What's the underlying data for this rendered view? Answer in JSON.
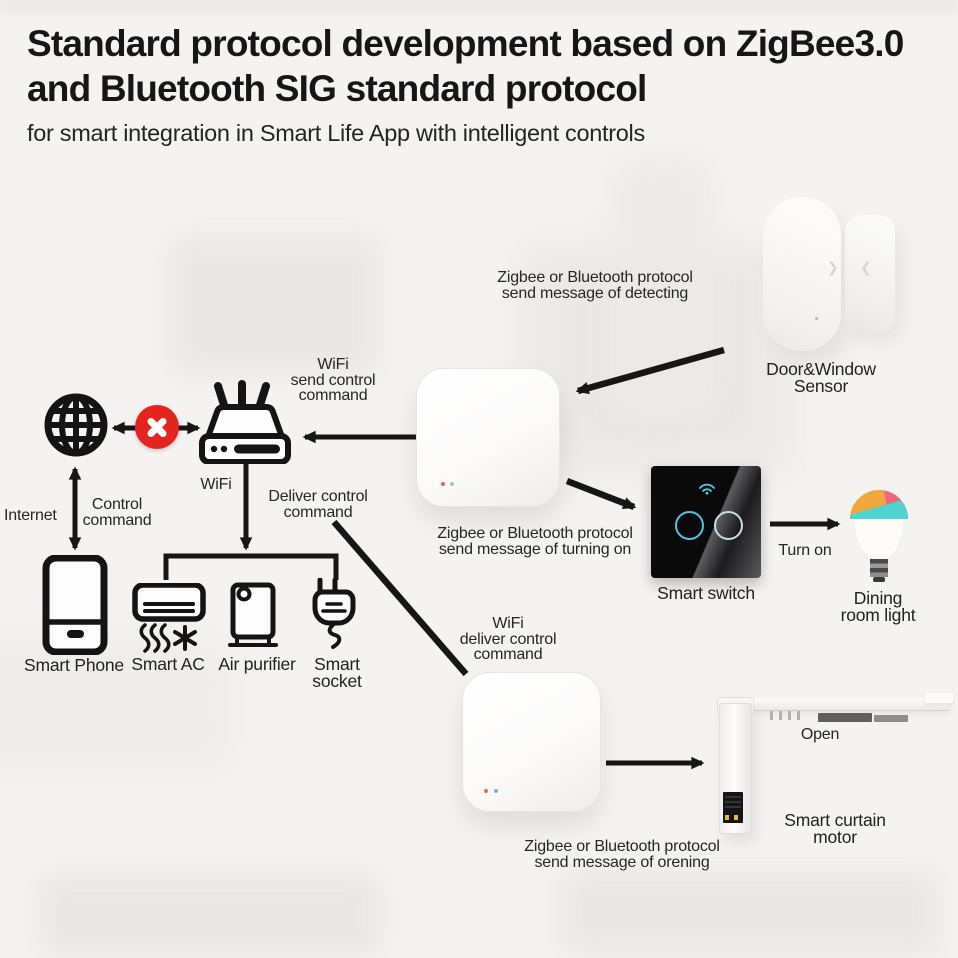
{
  "header": {
    "title": "Standard protocol development based on ZigBee3.0\nand Bluetooth SIG standard protocol",
    "subtitle": "for smart integration in Smart Life App with intelligent controls"
  },
  "annotations": {
    "wifi_send": "WiFi\nsend control\ncommand",
    "wifi": "WiFi",
    "deliver_control": "Deliver control\ncommand",
    "internet": "Internet",
    "control_command": "Control\ncommand",
    "zigbee_detecting": "Zigbee or Bluetooth protocol\nsend message of detecting",
    "zigbee_turning_on": "Zigbee or Bluetooth protocol\nsend message of turning on",
    "zigbee_opening": "Zigbee or Bluetooth protocol\nsend message of orening",
    "wifi_deliver": "WiFi\ndeliver control\ncommand",
    "turn_on": "Turn on",
    "open": "Open"
  },
  "devices": {
    "smart_phone": "Smart Phone",
    "smart_ac": "Smart AC",
    "air_purifier": "Air purifier",
    "smart_socket": "Smart\nsocket",
    "door_sensor": "Door&Window Sensor",
    "smart_switch": "Smart switch",
    "dining_light": "Dining\nroom light",
    "curtain_motor": "Smart curtain motor"
  },
  "colors": {
    "blocked_red": "#e3241f",
    "line_black": "#161616",
    "switch_cyan": "#4fc3e0",
    "bulb_orange": "#f0a73d",
    "bulb_pink": "#ee6683",
    "bulb_cyan": "#4ed3cf",
    "led_red": "#e0695b",
    "led_green": "#8fd0c0",
    "led_blue": "#7fa7e0",
    "display_yellow": "#e5b93c"
  }
}
